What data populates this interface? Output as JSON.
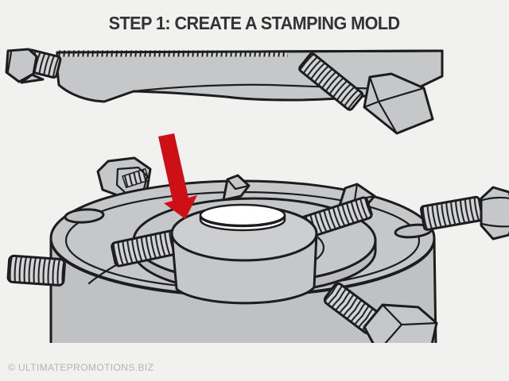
{
  "header": {
    "title": "STEP 1: CREATE A STAMPING MOLD"
  },
  "footer": {
    "watermark": "© ULTIMATEPROMOTIONS.BIZ"
  },
  "colors": {
    "background": "#f1f1ef",
    "metal": "#c6c7c9",
    "outline": "#1d1d1f",
    "arrow_red": "#cc1016",
    "title": "#333335",
    "watermark": "#b3b3b1",
    "disc": "#ffffff"
  },
  "illustration": {
    "parts": [
      {
        "name": "upper-mold-half"
      },
      {
        "name": "lower-mold-half"
      },
      {
        "name": "blank-disc"
      },
      {
        "name": "down-arrow"
      },
      {
        "name": "bolts-and-studs"
      }
    ]
  }
}
